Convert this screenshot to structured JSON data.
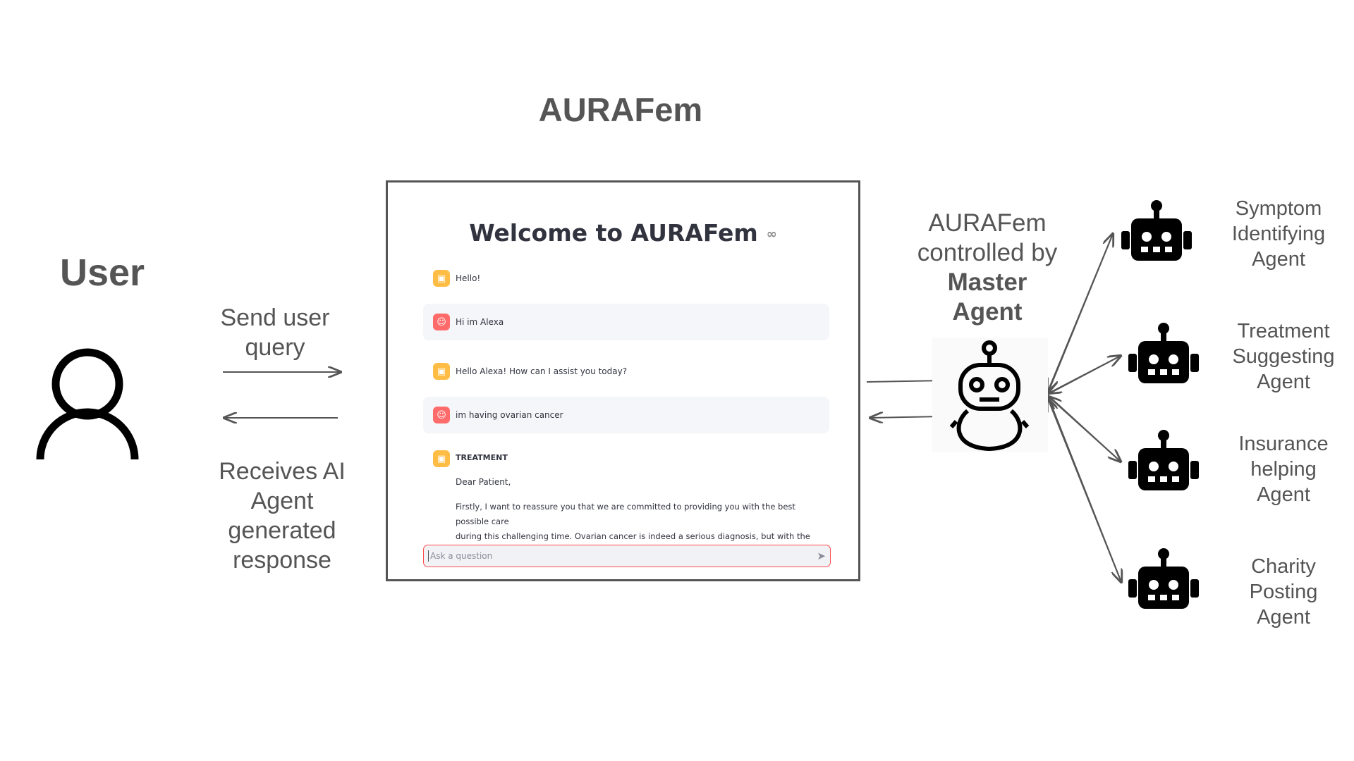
{
  "title": "AURAFem",
  "user": {
    "label": "User"
  },
  "flows": {
    "send": [
      "Send user",
      "query"
    ],
    "receive": [
      "Receives AI",
      "Agent",
      "generated",
      "response"
    ]
  },
  "chat": {
    "heading": "Welcome to AURAFem",
    "messages": [
      {
        "role": "assistant",
        "text": "Hello!"
      },
      {
        "role": "user",
        "text": "Hi im Alexa"
      },
      {
        "role": "assistant",
        "text": "Hello Alexa! How can I assist you today?"
      },
      {
        "role": "user",
        "text": "im having ovarian cancer"
      }
    ],
    "treatment": {
      "heading": "TREATMENT",
      "greeting": "Dear Patient,",
      "body_lines": [
        "Firstly, I want to reassure you that we are committed to providing you with the best possible care",
        "during this challenging time. Ovarian cancer is indeed a serious diagnosis, but with the right"
      ]
    },
    "input": {
      "placeholder": "Ask a question"
    }
  },
  "master": {
    "lines": [
      "AURAFem",
      "controlled by"
    ],
    "bold_lines": [
      "Master",
      "Agent"
    ]
  },
  "agents": [
    {
      "lines": [
        "Symptom",
        "Identifying",
        "Agent"
      ]
    },
    {
      "lines": [
        "Treatment",
        "Suggesting",
        "Agent"
      ]
    },
    {
      "lines": [
        "Insurance",
        "helping",
        "Agent"
      ]
    },
    {
      "lines": [
        "Charity",
        "Posting",
        "Agent"
      ]
    }
  ],
  "colors": {
    "text": "#555555",
    "assistant_avatar": "#ffbd45",
    "user_avatar": "#ff6b6b",
    "input_border": "#ff4b4b"
  },
  "icons": {
    "user": "person-outline-icon",
    "master": "robot-outline-icon",
    "agent": "robot-solid-icon",
    "assistant_avatar": "bot-avatar-icon",
    "user_avatar": "user-avatar-icon",
    "link": "link-icon",
    "send": "send-icon"
  }
}
